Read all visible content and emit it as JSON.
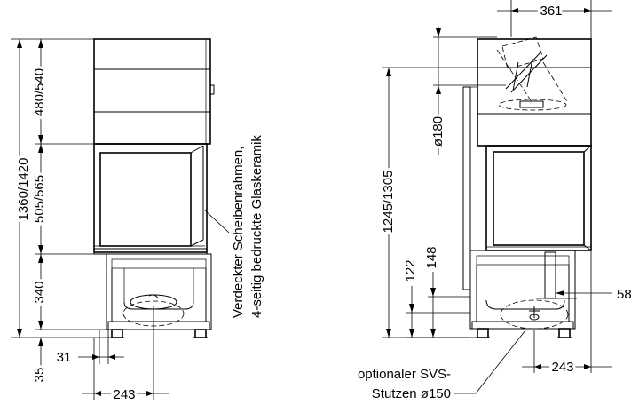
{
  "front_view": {
    "dim_total_height": "1360/1420",
    "dim_hood_height": "480/540",
    "dim_door_height": "505/565",
    "dim_base_height": "340",
    "dim_foot": "35",
    "dim_offset": "31",
    "dim_width": "243",
    "annotation": {
      "line1": "Verdeckter Scheibenrahmen,",
      "line2": "4-seitig bedruckte Glaskeramik"
    }
  },
  "side_view": {
    "dim_top": "361",
    "dim_diameter": "ø180",
    "dim_height": "1245/1305",
    "dim_148": "148",
    "dim_122": "122",
    "dim_58": "58",
    "dim_width": "243",
    "annotation": {
      "line1": "optionaler SVS-",
      "line2": "Stutzen ø150"
    }
  }
}
